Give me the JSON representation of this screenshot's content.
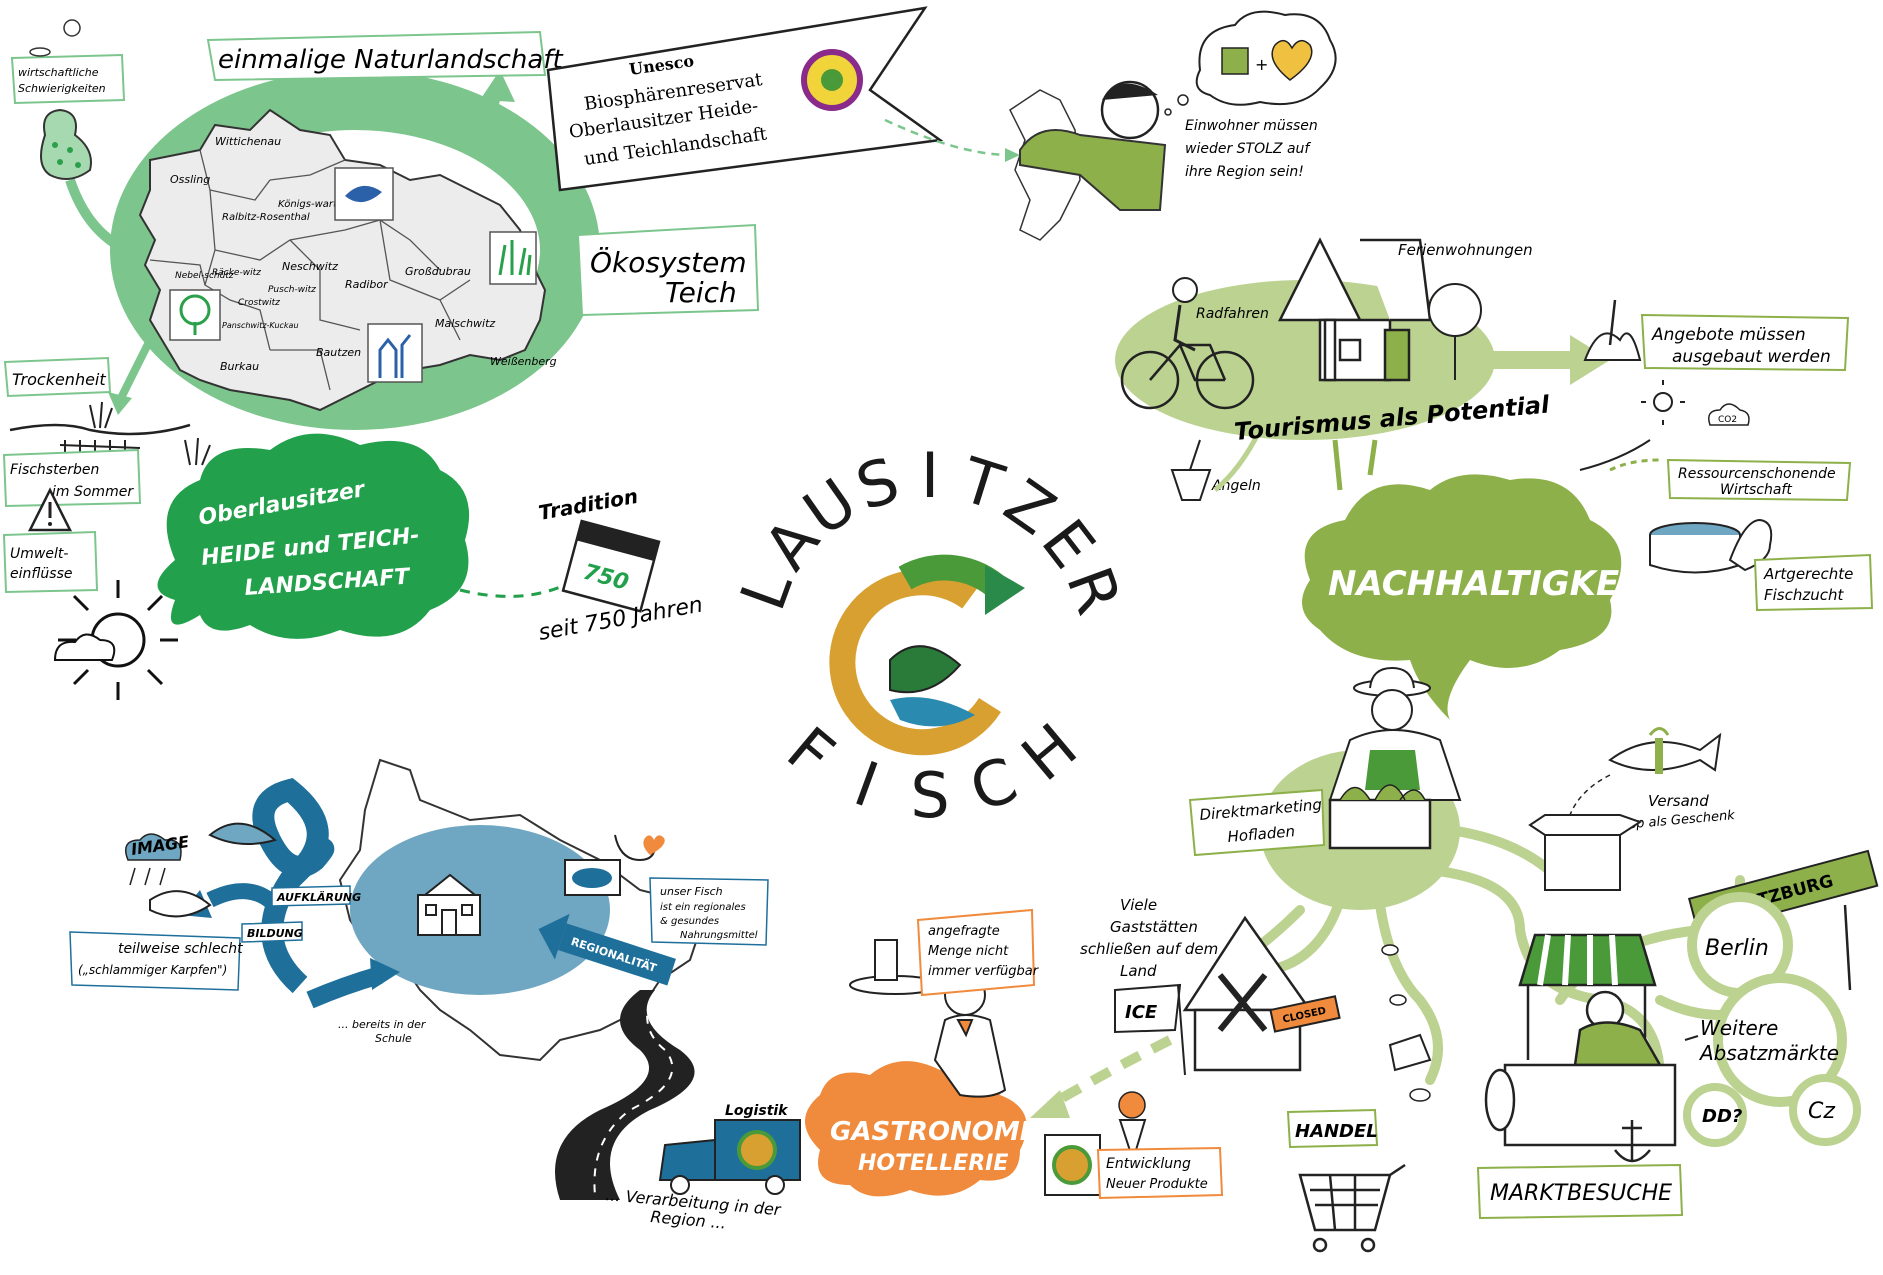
{
  "title": {
    "line1": "LAUSITZER",
    "line2": "FISCH",
    "letters1": [
      "L",
      "A",
      "U",
      "S",
      "I",
      "T",
      "Z",
      "E",
      "R"
    ],
    "letters2": [
      "F",
      "I",
      "S",
      "C",
      "H"
    ]
  },
  "banner": {
    "unesco": "Unesco",
    "line1": "Biosphärenreservat",
    "line2": "Oberlausitzer Heide-",
    "line3": "und Teichlandschaft"
  },
  "map_section": {
    "label_top": "einmalige Naturlandschaft",
    "label_econ_1": "wirtschaftliche",
    "label_econ_2": "Schwierigkeiten",
    "label_oeko_1": "Ökosystem",
    "label_oeko_2": "Teich",
    "label_trocken": "Trockenheit",
    "label_fisch_1": "Fischsterben",
    "label_fisch_2": "im Sommer",
    "label_umwelt_1": "Umwelt-",
    "label_umwelt_2": "einflüsse",
    "towns": [
      "Wittichenau",
      "Ossling",
      "Ralbitz-Rosenthal",
      "Königs-wartha",
      "Neschwitz",
      "Radibor",
      "Großdubrau",
      "Nebel-schütz",
      "Räcke-witz",
      "Crostwitz",
      "Pusch-witz",
      "Panschwitz-Kuckau",
      "Malschwitz",
      "Bautzen",
      "Burkau",
      "Weißenberg"
    ]
  },
  "cloud_oberlausitz": {
    "line1": "Oberlausitzer",
    "line2": "HEIDE und TEICH-",
    "line3": "LANDSCHAFT"
  },
  "tradition": {
    "label": "Tradition",
    "calendar": "750",
    "since": "seit 750 Jahren"
  },
  "pride": {
    "line1": "Einwohner müssen",
    "line2": "wieder STOLZ auf",
    "line3": "ihre Region sein!"
  },
  "tourism": {
    "title": "Tourismus als Potential",
    "ferien": "Ferienwohnungen",
    "rad": "Radfahren",
    "angeln": "Angeln",
    "angebote_1": "Angebote müssen",
    "angebote_2": "ausgebaut werden"
  },
  "sustainability": {
    "title": "NACHHALTIGKEIT",
    "co2": "CO2",
    "res_1": "Ressourcenschonende",
    "res_2": "Wirtschaft",
    "art_1": "Artgerechte",
    "art_2": "Fischzucht"
  },
  "direct": {
    "label_1": "Direktmarketing",
    "label_2": "Hofladen",
    "versand_1": "Versand",
    "versand_2": "z.Bsp als Geschenk"
  },
  "markets": {
    "moritzburg": "MORITZBURG",
    "berlin": "Berlin",
    "weitere_1": "Weitere",
    "weitere_2": "Absatzmärkte",
    "dd": "DD?",
    "cz": "Cz",
    "marktbesuche": "MARKTBESUCHE",
    "handel": "HANDEL"
  },
  "gastro": {
    "cloud_1": "GASTRONOMIE",
    "cloud_2": "HOTELLERIE",
    "menge_1": "angefragte",
    "menge_2": "Menge nicht",
    "menge_3": "immer verfügbar",
    "viele_1": "Viele",
    "viele_2": "Gaststätten",
    "viele_3": "schließen auf dem",
    "viele_4": "Land",
    "ice": "ICE",
    "closed": "CLOSED",
    "entw_1": "Entwicklung",
    "entw_2": "Neuer Produkte"
  },
  "image_section": {
    "image": "IMAGE",
    "aufklaerung": "AUFKLÄRUNG",
    "bildung": "BILDUNG",
    "schlecht_1": "teilweise schlecht",
    "schlecht_2": "(„schlammiger Karpfen\")",
    "schule_1": "... bereits in der",
    "schule_2": "Schule",
    "regionalitaet": "REGIONALITÄT",
    "fisch_1": "unser Fisch",
    "fisch_2": "ist ein regionales",
    "fisch_3": "& gesundes",
    "fisch_4": "Nahrungsmittel",
    "logistik": "Logistik",
    "verarb_1": "... Verarbeitung in der",
    "verarb_2": "Region ..."
  },
  "colors": {
    "green_dark": "#22a04b",
    "green_light": "#7cc58c",
    "olive": "#8db04a",
    "olive_light": "#bcd291",
    "blue": "#1f6f9b",
    "blue_light": "#6fa6c2",
    "orange": "#f08a3c",
    "ink": "#1a1a1a"
  }
}
